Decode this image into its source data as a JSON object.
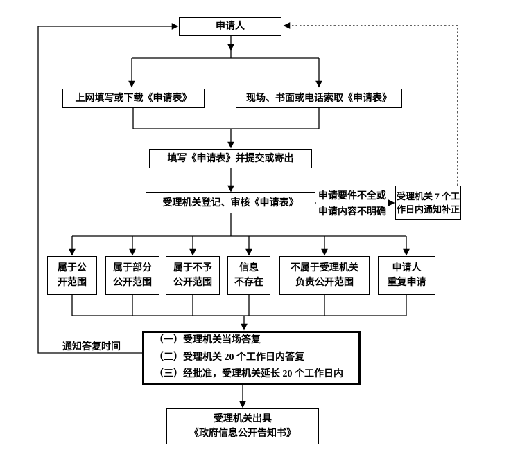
{
  "nodes": {
    "applicant": "申请人",
    "online_download": "上网填写或下载《申请表》",
    "onsite_request": "现场、书面或电话索取《申请表》",
    "fill_submit": "填写《申请表》并提交或寄出",
    "register_review": "受理机关登记、审核《申请表》",
    "incomplete_condition": "申请要件不全或\n申请内容不明确",
    "correction_notice": "受理机关 7 个工\n作日内通知补正",
    "outcomes": [
      "属于公\n开范围",
      "属于部分\n公开范围",
      "属于不予\n公开范围",
      "信息\n不存在",
      "不属于受理机关\n负责公开范围",
      "申请人\n重复申请"
    ],
    "reply_methods": "（一）受理机关当场答复\n（二）受理机关 20 个工作日内答复\n（三）经批准，受理机关延长 20 个工作日内",
    "notify_reply_time": "通知答复时间",
    "issue_notice": "受理机关出具\n《政府信息公开告知书》"
  },
  "colors": {
    "line": "#000000",
    "background": "#ffffff"
  }
}
